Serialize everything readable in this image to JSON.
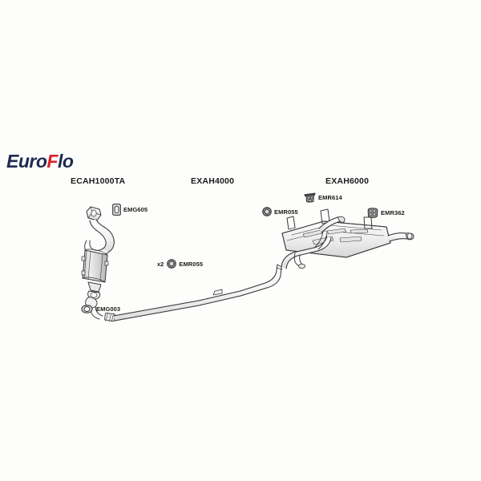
{
  "page": {
    "background_color": "#fdfdfb",
    "title": "EuroFlo exhaust system parts diagram"
  },
  "logo": {
    "part_navy_1": "Euro",
    "part_red": "F",
    "part_navy_2": "lo",
    "navy_color": "#1f2a52",
    "red_color": "#d8232a"
  },
  "sections": [
    {
      "code": "ECAH1000TA",
      "description": "catalytic converter assembly"
    },
    {
      "code": "EXAH4000",
      "description": "centre exhaust pipe"
    },
    {
      "code": "EXAH6000",
      "description": "rear silencer with tailpipe"
    }
  ],
  "callouts": [
    {
      "id": "emg605",
      "qty": "",
      "code": "EMG605",
      "icon": "rectangular-gasket-icon"
    },
    {
      "id": "emg003",
      "qty": "",
      "code": "EMG003",
      "icon": "oval-gasket-icon"
    },
    {
      "id": "emr055a",
      "qty": "x2",
      "code": "EMR055",
      "icon": "rubber-mount-icon"
    },
    {
      "id": "emr055b",
      "qty": "",
      "code": "EMR055",
      "icon": "rubber-mount-icon"
    },
    {
      "id": "emr614",
      "qty": "",
      "code": "EMR614",
      "icon": "bracket-mount-icon"
    },
    {
      "id": "emr362",
      "qty": "",
      "code": "EMR362",
      "icon": "rubber-mount-icon"
    }
  ],
  "drawing": {
    "line_color": "#3a3a3a",
    "fill_light": "#f2f2f2",
    "fill_mid": "#d8d8d8",
    "fill_dark": "#bcbcbc",
    "parts": [
      {
        "name": "catalytic-converter",
        "section": "ECAH1000TA"
      },
      {
        "name": "centre-pipe",
        "section": "EXAH4000"
      },
      {
        "name": "rear-silencer",
        "section": "EXAH6000"
      },
      {
        "name": "tailpipe",
        "section": "EXAH6000"
      }
    ]
  }
}
